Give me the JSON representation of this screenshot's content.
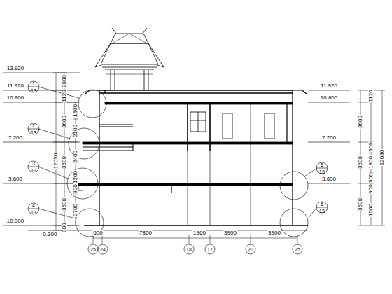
{
  "diagram": {
    "labels": [
      "13.920",
      "11.920",
      "10.800",
      "7.200",
      "3.600",
      "±0.000",
      "-0.300",
      "2000",
      "1120",
      "3600",
      "3600",
      "3600",
      "300",
      "1500",
      "2100",
      "2400",
      "1200",
      "900",
      "2700",
      "12050",
      "11.920",
      "10.800",
      "7.200",
      "3.600",
      "3600",
      "3600",
      "3600",
      "1120",
      "900",
      "1800",
      "900",
      "900",
      "1500",
      "12080",
      "600",
      "7800",
      "1960",
      "3900",
      "3900",
      "25",
      "24",
      "18",
      "17",
      "20",
      "25",
      "1",
      "13",
      "2",
      "13",
      "3",
      "13",
      "4",
      "13",
      "5",
      "13",
      "6",
      "13"
    ]
  }
}
